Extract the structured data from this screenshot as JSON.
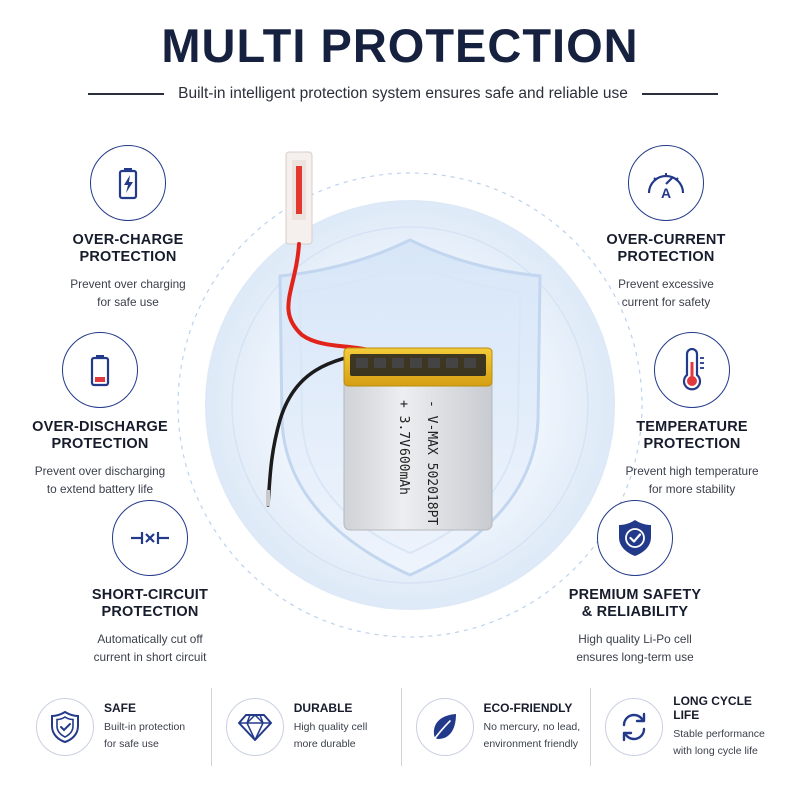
{
  "header": {
    "title": "MULTI PROTECTION",
    "subtitle": "Built-in intelligent protection system ensures safe and reliable use"
  },
  "battery": {
    "label_brand": "- V-MAX 502018PT",
    "label_voltage": "+ 3.7V",
    "label_capacity": "600mAh"
  },
  "features": {
    "overcharge": {
      "title1": "OVER-CHARGE",
      "title2": "PROTECTION",
      "desc1": "Prevent over charging",
      "desc2": "for safe use",
      "icon": "battery-charging-icon"
    },
    "overcurrent": {
      "title1": "OVER-CURRENT",
      "title2": "PROTECTION",
      "desc1": "Prevent excessive",
      "desc2": "current for safety",
      "icon": "ammeter-gauge-icon",
      "gauge_letter": "A"
    },
    "overdischarge": {
      "title1": "OVER-DISCHARGE",
      "title2": "PROTECTION",
      "desc1": "Prevent over discharging",
      "desc2": "to extend battery life",
      "icon": "battery-low-icon"
    },
    "temperature": {
      "title1": "TEMPERATURE",
      "title2": "PROTECTION",
      "desc1": "Prevent high temperature",
      "desc2": "for more stability",
      "icon": "thermometer-icon"
    },
    "shortcircuit": {
      "title1": "SHORT-CIRCUIT",
      "title2": "PROTECTION",
      "desc1": "Automatically cut off",
      "desc2": "current in short circuit",
      "icon": "short-circuit-icon"
    },
    "premium": {
      "title1": "PREMIUM SAFETY",
      "title2": "& RELIABILITY",
      "desc1": "High quality Li-Po cell",
      "desc2": "ensures long-term use",
      "icon": "shield-check-icon"
    }
  },
  "bottom": [
    {
      "title": "SAFE",
      "desc1": "Built-in protection",
      "desc2": "for safe use",
      "icon": "shield-check-icon"
    },
    {
      "title": "DURABLE",
      "desc1": "High quality cell",
      "desc2": "more durable",
      "icon": "diamond-icon"
    },
    {
      "title": "ECO-FRIENDLY",
      "desc1": "No mercury, no lead,",
      "desc2": "environment friendly",
      "icon": "leaf-icon"
    },
    {
      "title": "LONG CYCLE LIFE",
      "desc1": "Stable performance",
      "desc2": "with long cycle life",
      "icon": "cycle-arrows-icon"
    }
  ],
  "colors": {
    "navy": "#233a8a",
    "title": "#16213f",
    "red": "#e03a3e",
    "battery_gold": "#e9b820",
    "battery_silver": "#d8dadd"
  }
}
